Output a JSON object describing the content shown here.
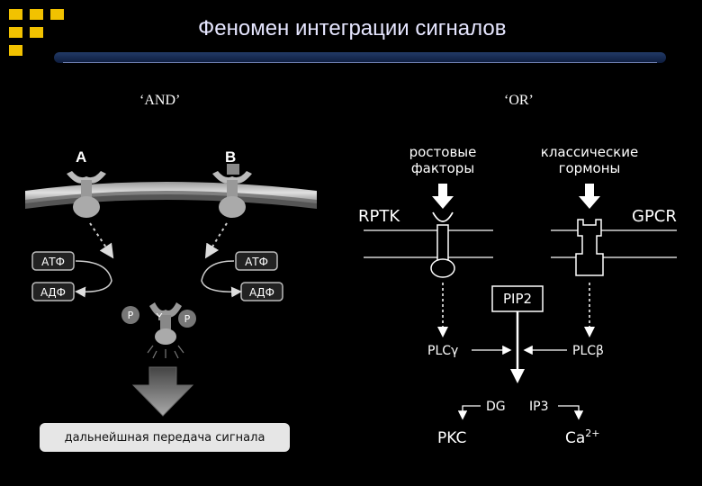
{
  "header": {
    "title": "Феномен интеграции сигналов"
  },
  "labels": {
    "and": "‘AND’",
    "or": "‘OR’"
  },
  "left_diagram": {
    "receptor_a": "A",
    "receptor_b": "B",
    "atf_left": "АТФ",
    "adf_left": "АДФ",
    "atf_right": "АТФ",
    "adf_right": "АДФ",
    "p_left": "P",
    "y_label": "Y",
    "p_right": "P",
    "result": "дальнейшная передача сигнала"
  },
  "right_diagram": {
    "growth_factors_line1": "ростовые",
    "growth_factors_line2": "факторы",
    "hormones_line1": "классические",
    "hormones_line2": "гормоны",
    "rptk": "RPTK",
    "gpcr": "GPCR",
    "pip2": "PIP2",
    "plc_gamma": "PLCγ",
    "plc_beta": "PLCβ",
    "dg": "DG",
    "ip3": "IP3",
    "pkc": "PKC",
    "ca": "Ca",
    "ca_sup": "2+"
  }
}
